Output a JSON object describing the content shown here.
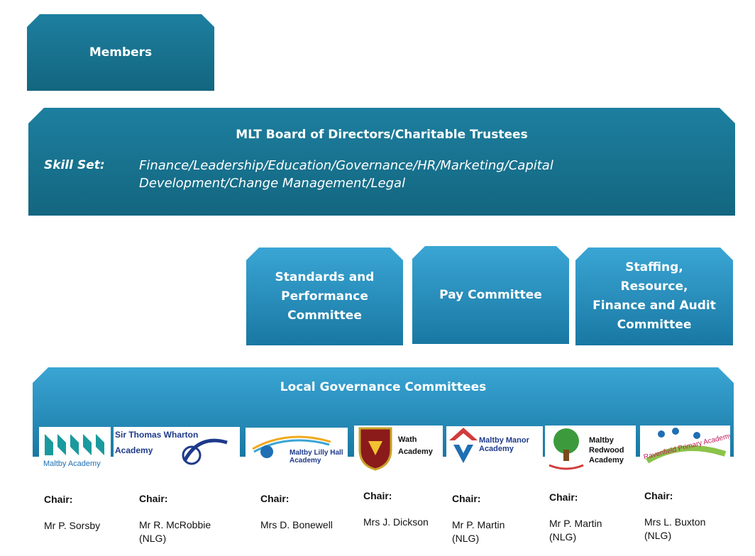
{
  "members": {
    "label": "Members"
  },
  "board": {
    "title": "MLT Board of Directors/Charitable  Trustees",
    "skill_label": "Skill Set:",
    "skill_text": "Finance/Leadership/Education/Governance/HR/Marketing/Capital Development/Change  Management/Legal"
  },
  "committees": [
    {
      "label": "Standards and Performance Committee"
    },
    {
      "label": "Pay Committee"
    },
    {
      "label": "Staffing, Resource, Finance and Audit Committee"
    }
  ],
  "local": {
    "title": "Local Governance  Committees"
  },
  "academies": [
    {
      "logo_text": "Maltby Academy",
      "chair_label": "Chair:",
      "chair_name": "Mr P. Sorsby"
    },
    {
      "logo_text": "Sir Thomas Wharton Academy",
      "chair_label": "Chair:",
      "chair_name": "Mr R. McRobbie (NLG)"
    },
    {
      "logo_text": "Maltby Lilly Hall Academy",
      "chair_label": "Chair:",
      "chair_name": "Mrs D. Bonewell"
    },
    {
      "logo_text": "Wath Academy",
      "chair_label": "Chair:",
      "chair_name": "Mrs J. Dickson"
    },
    {
      "logo_text": "Maltby Manor Academy",
      "chair_label": "Chair:",
      "chair_name": "Mr P. Martin (NLG)"
    },
    {
      "logo_text": "Maltby Redwood Academy",
      "chair_label": "Chair:",
      "chair_name": "Mr P. Martin (NLG)"
    },
    {
      "logo_text": "Ravenfield Primary Academy",
      "chair_label": "Chair:",
      "chair_name": "Mrs L. Buxton (NLG)"
    }
  ],
  "colors": {
    "dark_box": "#156e8c",
    "light_box": "#2a90c0"
  }
}
